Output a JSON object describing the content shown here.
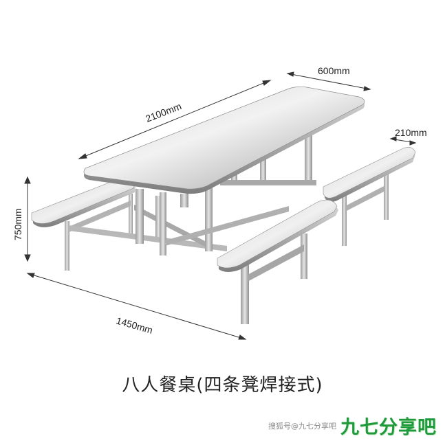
{
  "dimensions": {
    "length": "2100mm",
    "width": "600mm",
    "bench_width": "210mm",
    "height": "750mm",
    "bench_span": "1450mm"
  },
  "caption": "八人餐桌(四条凳焊接式)",
  "watermark": {
    "small_text": "搜狐号@九七分享吧",
    "brand": "九七分享吧"
  },
  "colors": {
    "watermark_brand": "#1e9a3b",
    "steel_light": "#e8e8e8",
    "steel_dark": "#8a8a8a"
  }
}
